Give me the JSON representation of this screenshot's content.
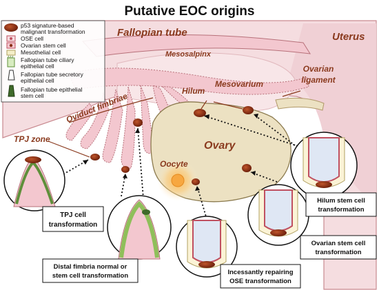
{
  "title": "Putative EOC origins",
  "legend": [
    {
      "label": "p53 signature-based",
      "icon": "p53-cell-icon"
    },
    {
      "label": "malignant transformation",
      "icon": ""
    },
    {
      "label": "OSE cell",
      "icon": "ose-cell-icon"
    },
    {
      "label": "Ovarian stem cell",
      "icon": "ovarian-stem-cell-icon"
    },
    {
      "label": "Mesothelial cell",
      "icon": "mesothelial-cell-icon"
    },
    {
      "label": "Fallopian  tube ciliary",
      "icon": "ciliary-cell-icon"
    },
    {
      "label": "epithelial cell",
      "icon": ""
    },
    {
      "label": "Fallopian  tube secretory",
      "icon": "secretory-cell-icon"
    },
    {
      "label": "epithelial cell",
      "icon": ""
    },
    {
      "label": "Fallopian  tube epithelial",
      "icon": "epithelial-stem-cell-icon"
    },
    {
      "label": "stem cell",
      "icon": ""
    }
  ],
  "labels": {
    "fallopian_tube": "Fallopian tube",
    "uterus": "Uterus",
    "mesosalpinx": "Mesosalpinx",
    "hilum": "Hilum",
    "mesovarium": "Mesovarium",
    "ovarian_ligament_1": "Ovarian",
    "ovarian_ligament_2": "ligament",
    "oviduct_fimbriae": "Oviduct fimbriae",
    "tpj_zone": "TPJ zone",
    "ovary": "Ovary",
    "oocyte": "Oocyte"
  },
  "captions": {
    "tpj": [
      "TPJ cell",
      "transformation"
    ],
    "fimbria": [
      "Distal fimbria normal or",
      "stem cell transformation"
    ],
    "ose": [
      "Incessantly repairing",
      "OSE transformation"
    ],
    "ovarian_stem": [
      "Ovarian stem cell",
      "transformation"
    ],
    "hilum_stem": [
      "Hilum stem cell",
      "transformation"
    ]
  },
  "colors": {
    "peritoneum": "#f5dde0",
    "peritoneum_edge": "#c98a90",
    "ovary": "#ece1c2",
    "tube": "#f3c7cf",
    "label": "#8a3a1e",
    "lesion": "#8a2e14"
  }
}
